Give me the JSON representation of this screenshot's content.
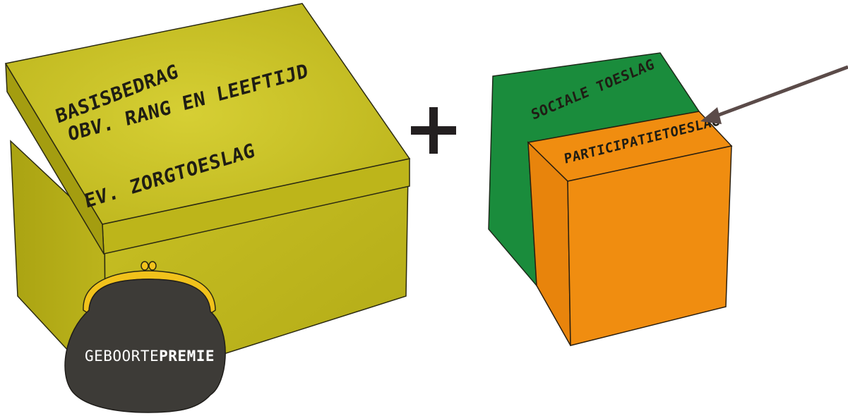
{
  "box": {
    "line1": "BASISBEDRAG",
    "line2": "OBV. RANG EN LEEFTIJD",
    "line3": "EV. ZORGTOESLAG"
  },
  "purse": {
    "label_regular": "GEBOORTE",
    "label_bold": "PREMIE"
  },
  "plus_sign": "+",
  "cube": {
    "top_label": "SOCIALE TOESLAG",
    "front_label": "PARTICIPATIETOESLAG"
  },
  "colors": {
    "box_yellow": "#c3bb1e",
    "box_yellow_dark": "#a9a214",
    "cube_green": "#1a8c3c",
    "cube_orange": "#f08d10",
    "purse_body": "#3d3b37",
    "purse_frame": "#f1c21b",
    "arrow": "#5b4b49"
  }
}
